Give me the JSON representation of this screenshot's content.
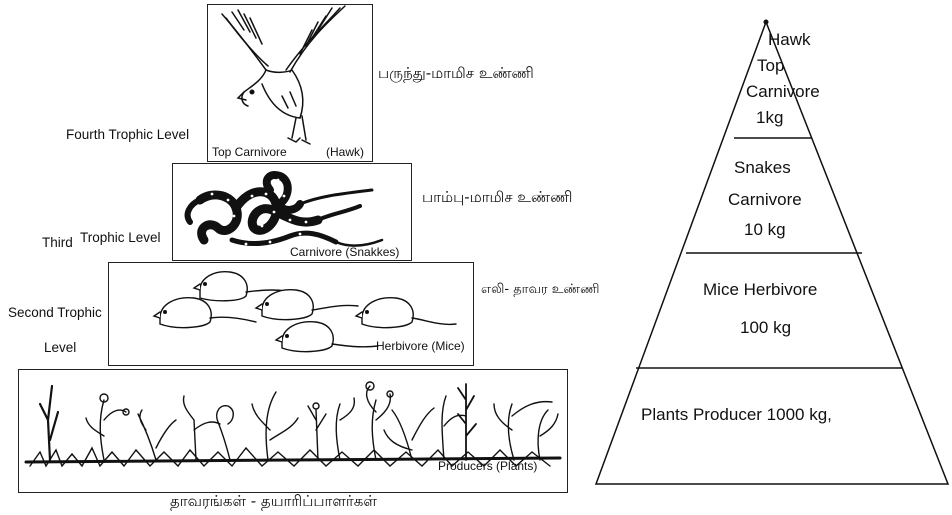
{
  "levels": {
    "fourth": {
      "level_label": "Fourth  Trophic  Level",
      "caption_left": "Top Carnivore",
      "caption_right": "(Hawk)",
      "tamil": "பருந்து-மாமிச உண்ணி"
    },
    "third": {
      "level_label_a": "Third",
      "level_label_b": "Trophic Level",
      "caption": "Carnivore (Snakkes)",
      "tamil": "பாம்பு-மாமிச உண்ணி"
    },
    "second": {
      "level_label_a": "Second Trophic",
      "level_label_b": "Level",
      "caption": "Herbivore (Mice)",
      "tamil": "எலி- தாவர உண்ணி"
    },
    "first": {
      "caption": "Producers (Plants)",
      "tamil": "தாவரங்கள் - தயாரிப்பாளர்கள்"
    }
  },
  "pyramid": {
    "top": [
      "Hawk",
      "Top",
      "Carnivore",
      "1kg"
    ],
    "second": [
      "Snakes",
      "Carnivore",
      "10 kg"
    ],
    "third": [
      "Mice Herbivore",
      "100 kg"
    ],
    "base": [
      "Plants Producer 1000 kg,"
    ]
  }
}
